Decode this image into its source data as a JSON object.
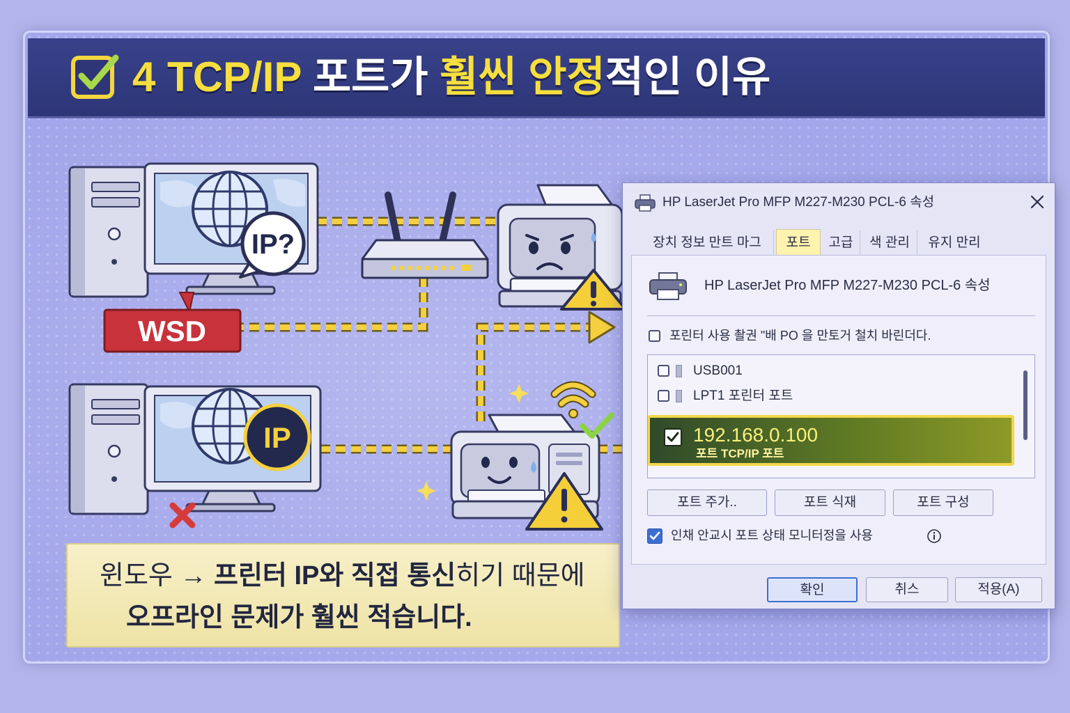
{
  "title": {
    "part1": "4 TCP/IP ",
    "part2": "포트가 ",
    "part3": "훨씬 안정",
    "part4": "적인 이유",
    "icon": "checkbox-check-icon"
  },
  "illustration": {
    "top_pc_bubble": "IP?",
    "wsd_label": "WSD",
    "bottom_pc_badge": "IP",
    "icons": [
      "globe-icon",
      "router-icon",
      "printer-icon",
      "warning-icon",
      "wifi-icon",
      "checkmark-icon",
      "close-x-icon",
      "arrow-right-icon"
    ]
  },
  "banner": {
    "line1_a": "윈도우 → ",
    "line1_b": "프린터 IP와 직접 통신",
    "line1_c": "히기 때문에",
    "line2": "오프라인 문제가 훨씬 적습니다."
  },
  "dialog": {
    "title": "HP LaserJet Pro MFP M227-M230 PCL-6 속성",
    "tabs": [
      {
        "label": "장치 정보 만트 마그",
        "selected": false
      },
      {
        "label": "포트",
        "selected": true
      },
      {
        "label": "고급",
        "selected": false
      },
      {
        "label": "색 관리",
        "selected": false
      },
      {
        "label": "유지 만리",
        "selected": false
      }
    ],
    "header": "HP LaserJet Pro MFP M227-M230 PCL-6 속성",
    "print_checkbox": {
      "label": "포린터 사용 촬권 \"배 PO 을 만토거 철치 바린더다.",
      "checked": false
    },
    "ports": [
      {
        "name": "USB001",
        "checked": false
      },
      {
        "name": "LPT1 포린터 포트",
        "checked": false
      },
      {
        "name": "192.168.0.100",
        "desc": "포트 TCP/IP 포트",
        "checked": true,
        "selected": true
      }
    ],
    "buttons": {
      "add": "포트 주가..",
      "delete": "포트 식재",
      "configure": "포트 구성"
    },
    "monitor_checkbox": {
      "label": "인채 안교시 포트 상태 모니터정을 사용",
      "checked": true,
      "icon": "info-icon"
    },
    "footer": {
      "ok": "확인",
      "cancel": "취스",
      "apply": "적용(A)"
    }
  },
  "colors": {
    "title_bar": "#2e3678",
    "accent_yellow": "#f6df3e",
    "wsd_red": "#c8323b",
    "selected_port_border": "#f3d64b",
    "ok_button_border": "#3b6fd0"
  }
}
